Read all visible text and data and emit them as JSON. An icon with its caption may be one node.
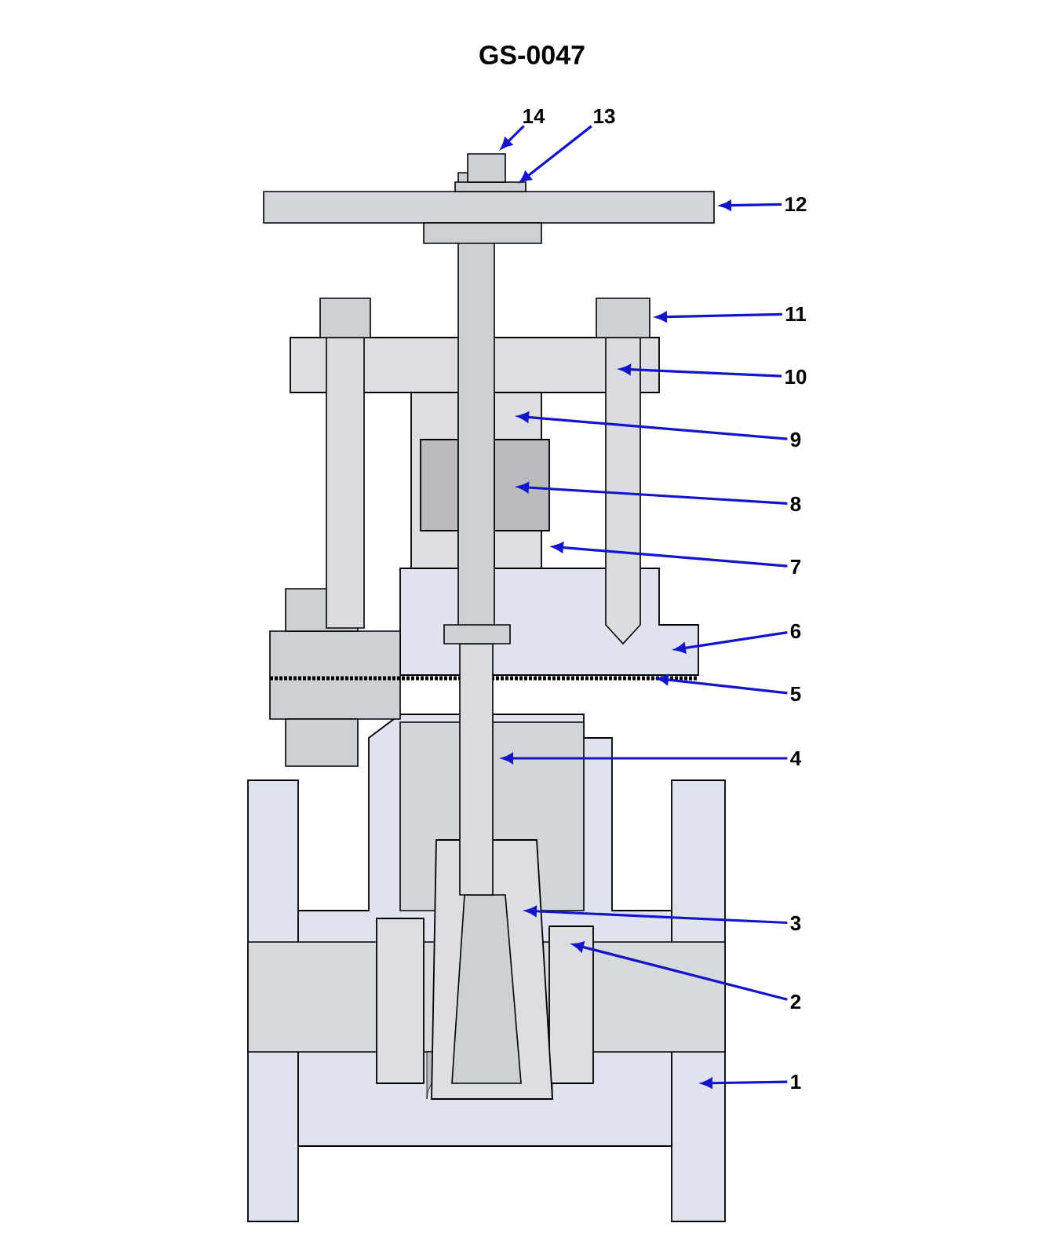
{
  "diagram": {
    "title": "GS-0047",
    "nodes": [
      {
        "text": [
          "14"
        ]
      },
      {
        "text": [
          "13"
        ]
      },
      {
        "text": [
          "12"
        ]
      },
      {
        "text": [
          "11"
        ]
      },
      {
        "text": [
          "10"
        ]
      },
      {
        "text": [
          "9"
        ]
      },
      {
        "text": [
          "8"
        ]
      },
      {
        "text": [
          "7"
        ]
      },
      {
        "text": [
          "6"
        ]
      },
      {
        "text": [
          "5"
        ]
      },
      {
        "text": [
          "4"
        ]
      },
      {
        "text": [
          "3"
        ]
      },
      {
        "text": [
          "2"
        ]
      },
      {
        "text": [
          "1"
        ]
      }
    ],
    "edges": [
      {
        "from": 0,
        "to": null,
        "arrow": "to"
      },
      {
        "from": 1,
        "to": null,
        "arrow": "to"
      },
      {
        "from": 2,
        "to": null,
        "arrow": "to"
      },
      {
        "from": 3,
        "to": null,
        "arrow": "to"
      },
      {
        "from": 4,
        "to": null,
        "arrow": "to"
      },
      {
        "from": 5,
        "to": null,
        "arrow": "to"
      },
      {
        "from": 6,
        "to": null,
        "arrow": "to"
      },
      {
        "from": 7,
        "to": null,
        "arrow": "to"
      },
      {
        "from": 8,
        "to": null,
        "arrow": "to"
      },
      {
        "from": 9,
        "to": null,
        "arrow": "to"
      },
      {
        "from": 10,
        "to": null,
        "arrow": "to"
      },
      {
        "from": 11,
        "to": null,
        "arrow": "to"
      },
      {
        "from": 12,
        "to": null,
        "arrow": "to"
      },
      {
        "from": 13,
        "to": null,
        "arrow": "to"
      }
    ]
  }
}
